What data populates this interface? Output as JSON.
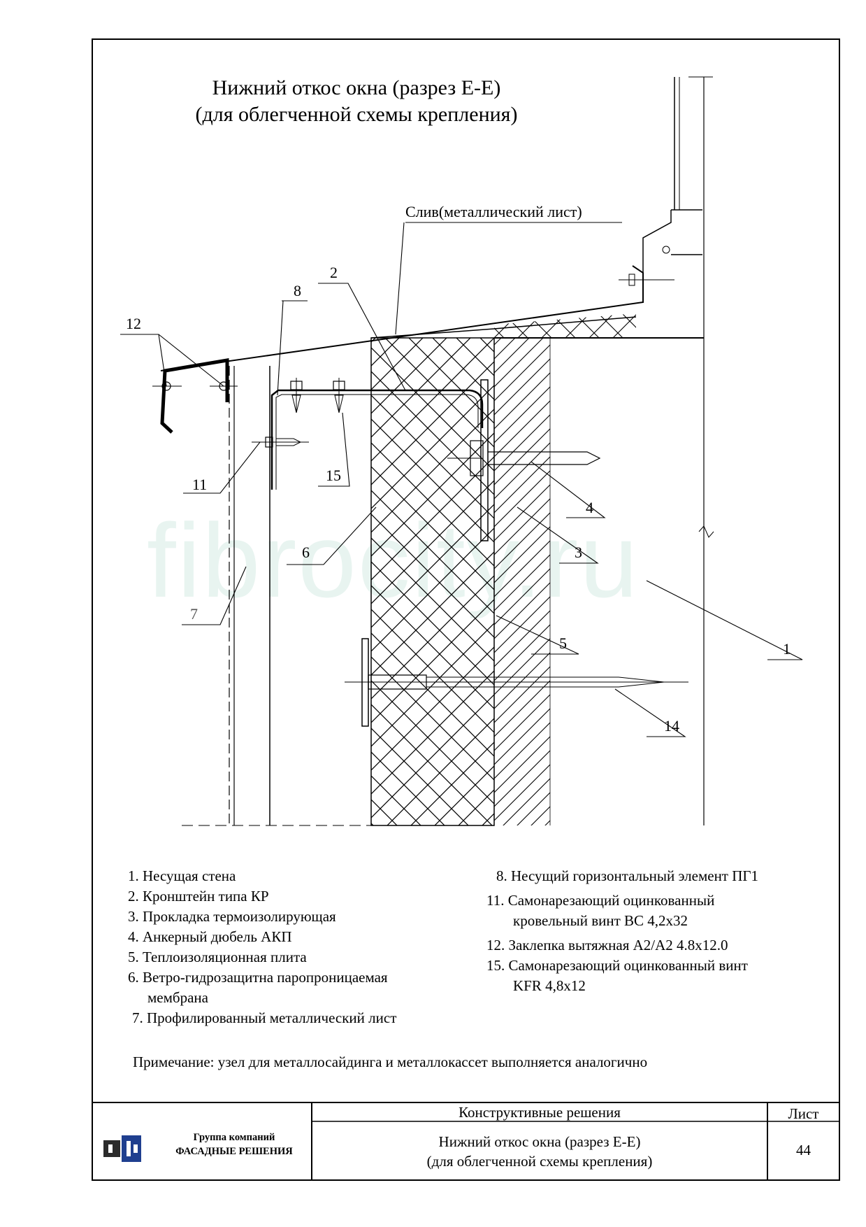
{
  "title": {
    "line1": "Нижний откос окна (разрез Е-Е)",
    "line2": "(для облегченной схемы крепления)"
  },
  "watermark": "fibrocity.ru",
  "callouts": {
    "drip": "Слив(металлический лист)",
    "c1": "1",
    "c2": "2",
    "c3": "3",
    "c4": "4",
    "c5": "5",
    "c6": "6",
    "c7": "7",
    "c8": "8",
    "c11": "11",
    "c12": "12",
    "c14": "14",
    "c15": "15"
  },
  "legend_left": [
    "1. Несущая стена",
    "2. Кронштейн типа КР",
    "3. Прокладка термоизолирующая",
    "4. Анкерный дюбель АКП",
    "5. Теплоизоляционная плита",
    "6. Ветро-гидрозащитна паропроницаемая",
    "мембрана",
    "7. Профилированный металлический лист"
  ],
  "legend_right": [
    "8. Несущий горизонтальный элемент ПГ1",
    "11. Самонарезающий оцинкованный",
    "кровельный винт ВС 4,2х32",
    "12. Заклепка вытяжная А2/А2 4.8х12.0",
    "15. Самонарезающий оцинкованный винт",
    "KFR 4,8х12"
  ],
  "note": "Примечание: узел для металлосайдинга и металлокассет выполняется аналогично",
  "title_block": {
    "company_line1": "Группа компаний",
    "company_line2": "ФАСАДНЫЕ РЕШЕНИЯ",
    "section": "Конструктивные решения",
    "sheet_label": "Лист",
    "drawing_title_1": "Нижний откос окна (разрез Е-Е)",
    "drawing_title_2": "(для облегченной схемы крепления)",
    "sheet_number": "44"
  },
  "colors": {
    "logo_dark": "#2b2b2b",
    "logo_blue": "#1f3f8f",
    "watermark": "#e8f4f0"
  }
}
